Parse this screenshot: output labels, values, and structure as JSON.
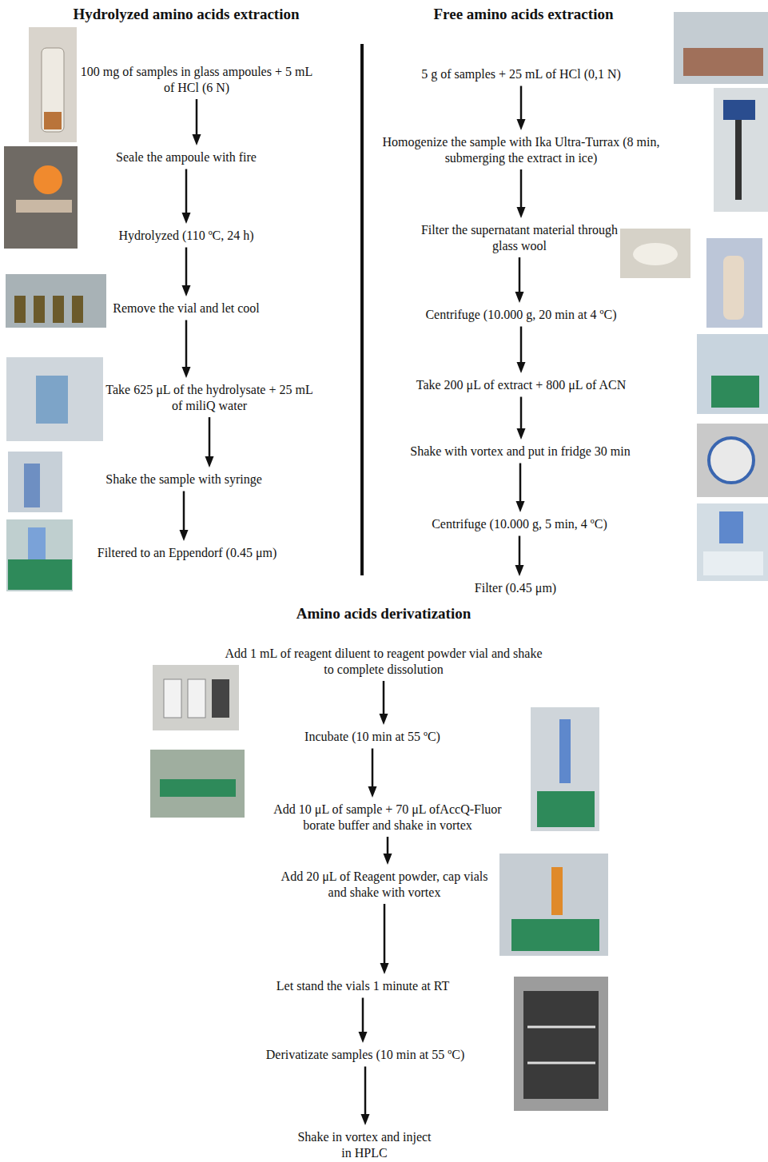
{
  "diagram": {
    "nodes": [
      {
        "text": [
          "100 mg of samples in glass ampoules + 5 mL of HCl (6 N)"
        ]
      },
      {
        "text": [
          "Seale the ampoule with fire"
        ]
      },
      {
        "text": [
          "Hydrolyzed  (110 ºC, 24 h)"
        ]
      },
      {
        "text": [
          "Remove the vial and let cool"
        ]
      },
      {
        "text": [
          "Take 625 μL of the hydrolysate + 25 mL of miliQ water"
        ]
      },
      {
        "text": [
          "Shake the sample with syringe"
        ]
      },
      {
        "text": [
          "Filtered to an Eppendorf (0.45 μm)"
        ]
      },
      {
        "text": [
          "5 g of samples + 25 mL of HCl (0,1 N)"
        ]
      },
      {
        "text": [
          "Homogenize the sample with Ika Ultra-Turrax (8 min, submerging the extract in ice)"
        ]
      },
      {
        "text": [
          "Filter the supernatant material through glass wool"
        ]
      },
      {
        "text": [
          "Centrifuge (10.000 g, 20 min at 4 ºC)"
        ]
      },
      {
        "text": [
          "Take 200 μL of extract + 800 μL of ACN"
        ]
      },
      {
        "text": [
          "Shake with vortex and put in fridge 30 min"
        ]
      },
      {
        "text": [
          "Centrifuge (10.000 g, 5 min, 4 ºC)"
        ]
      },
      {
        "text": [
          "Filter (0.45 μm)"
        ]
      },
      {
        "text": [
          "Add 1 mL of reagent diluent to reagent powder vial and shake to complete dissolution"
        ]
      },
      {
        "text": [
          "Incubate (10 min at 55 ºC)"
        ]
      },
      {
        "text": [
          "Add 10 μL of sample + 70 μL ofAccQ-Fluor borate buffer and shake in vortex"
        ]
      },
      {
        "text": [
          "Add 20 μL of Reagent powder, cap vials and shake with vortex"
        ]
      },
      {
        "text": [
          "Let stand the vials 1 minute at RT"
        ]
      },
      {
        "text": [
          "Derivatizate samples (10 min at 55 ºC)"
        ]
      },
      {
        "text": [
          "Shake in vortex and inject in HPLC"
        ]
      }
    ],
    "edges": [
      {
        "from": 0,
        "to": 1,
        "arrow": "to"
      },
      {
        "from": 1,
        "to": 2,
        "arrow": "to"
      },
      {
        "from": 2,
        "to": 3,
        "arrow": "to"
      },
      {
        "from": 3,
        "to": 4,
        "arrow": "to"
      },
      {
        "from": 4,
        "to": 5,
        "arrow": "to"
      },
      {
        "from": 5,
        "to": 6,
        "arrow": "to"
      },
      {
        "from": 7,
        "to": 8,
        "arrow": "to"
      },
      {
        "from": 8,
        "to": 9,
        "arrow": "to"
      },
      {
        "from": 9,
        "to": 10,
        "arrow": "to"
      },
      {
        "from": 10,
        "to": 11,
        "arrow": "to"
      },
      {
        "from": 11,
        "to": 12,
        "arrow": "to"
      },
      {
        "from": 12,
        "to": 13,
        "arrow": "to"
      },
      {
        "from": 13,
        "to": 14,
        "arrow": "to"
      },
      {
        "from": 15,
        "to": 16,
        "arrow": "to"
      },
      {
        "from": 16,
        "to": 17,
        "arrow": "to"
      },
      {
        "from": 17,
        "to": 18,
        "arrow": "to"
      },
      {
        "from": 18,
        "to": 19,
        "arrow": "to"
      },
      {
        "from": 19,
        "to": 20,
        "arrow": "to"
      },
      {
        "from": 20,
        "to": 21,
        "arrow": "to"
      }
    ],
    "labels": [
      "Hydrolyzed amino acids extraction",
      "Free amino acids extraction",
      "Amino acids derivatization"
    ]
  }
}
